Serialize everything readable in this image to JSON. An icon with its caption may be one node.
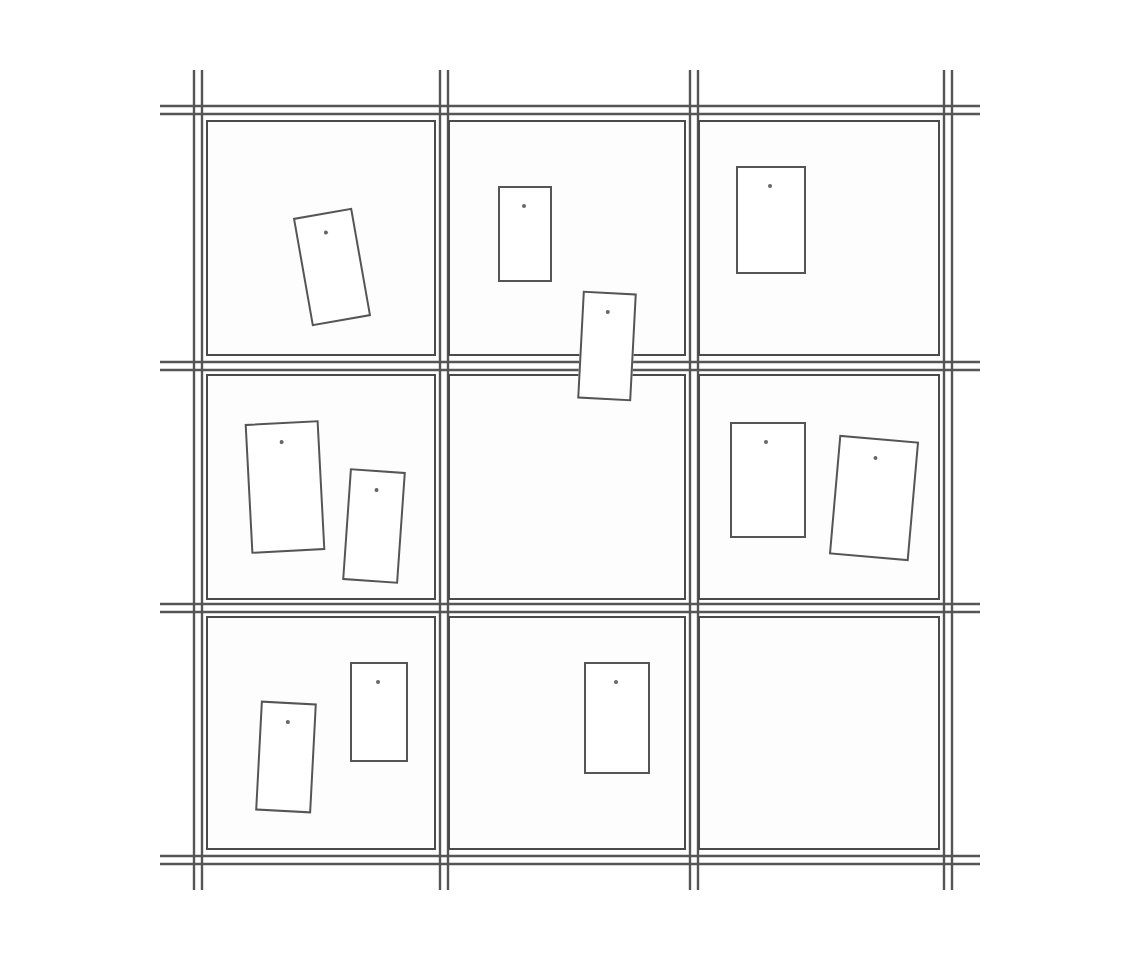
{
  "diagram": {
    "nodes": [
      {
        "text": [],
        "shape": "box"
      },
      {
        "text": [],
        "shape": "box",
        "in": 0
      },
      {
        "text": [],
        "shape": "box"
      },
      {
        "text": [],
        "shape": "box",
        "in": 2
      },
      {
        "text": [],
        "shape": "box"
      },
      {
        "text": [],
        "shape": "box"
      },
      {
        "text": [],
        "shape": "box",
        "in": 5
      },
      {
        "text": [],
        "shape": "box"
      },
      {
        "text": [],
        "shape": "box",
        "in": 7
      },
      {
        "text": [],
        "shape": "box",
        "in": 7
      },
      {
        "text": [],
        "shape": "box"
      },
      {
        "text": [],
        "shape": "box"
      },
      {
        "text": [],
        "shape": "box",
        "in": 11
      },
      {
        "text": [],
        "shape": "box",
        "in": 11
      },
      {
        "text": [],
        "shape": "box"
      },
      {
        "text": [],
        "shape": "box",
        "in": 14
      },
      {
        "text": [],
        "shape": "box",
        "in": 14
      },
      {
        "text": [],
        "shape": "box"
      },
      {
        "text": [],
        "shape": "box",
        "in": 17
      },
      {
        "text": [],
        "shape": "box"
      }
    ]
  }
}
